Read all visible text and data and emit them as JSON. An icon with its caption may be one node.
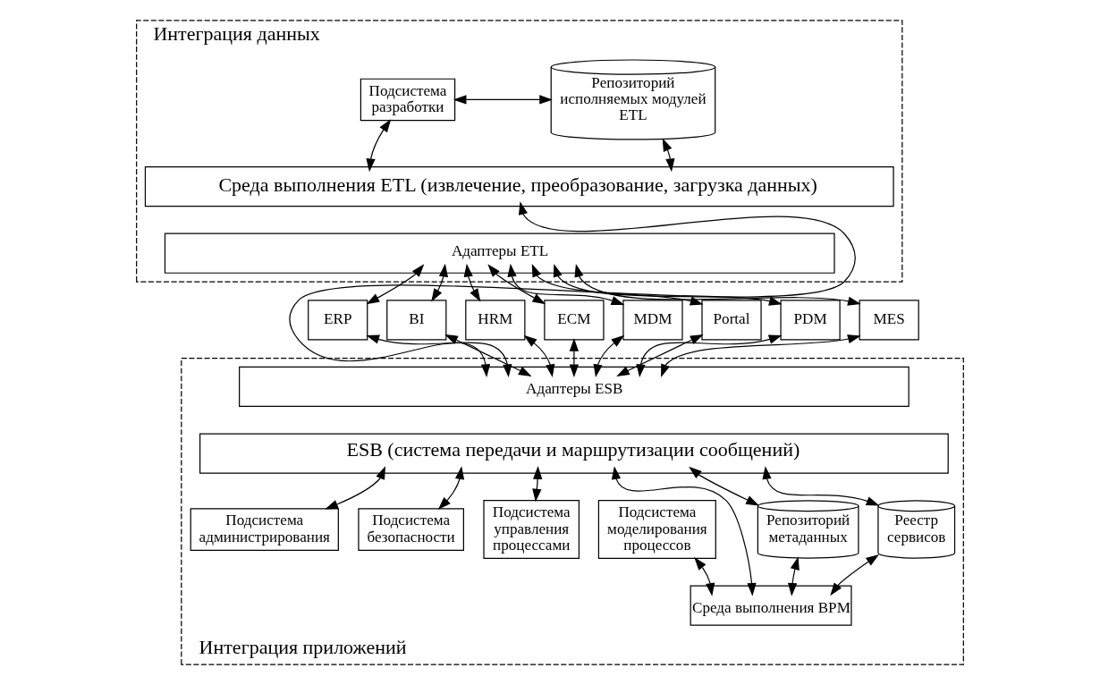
{
  "diagram": {
    "nodes": [
      {
        "text": [
          "Интеграция данных"
        ]
      },
      {
        "text": [
          "Подсистема разработки"
        ],
        "in": 0
      },
      {
        "text": [
          "Репозиторий исполняемых модулей ETL"
        ],
        "in": 0
      },
      {
        "text": [
          "Среда выполнения ETL (извлечение, преобразование, загрузка данных)"
        ],
        "in": 0
      },
      {
        "text": [
          "Адаптеры ETL"
        ],
        "in": 0
      },
      {
        "text": [
          "ERP"
        ]
      },
      {
        "text": [
          "BI"
        ]
      },
      {
        "text": [
          "HRM"
        ]
      },
      {
        "text": [
          "ECM"
        ]
      },
      {
        "text": [
          "MDM"
        ]
      },
      {
        "text": [
          "Portal"
        ]
      },
      {
        "text": [
          "PDM"
        ]
      },
      {
        "text": [
          "MES"
        ]
      },
      {
        "text": [
          "Интеграция приложений"
        ]
      },
      {
        "text": [
          "Адаптеры ESB"
        ],
        "in": 13
      },
      {
        "text": [
          "ESB (система передачи и маршрутизации сообщений)"
        ],
        "in": 13
      },
      {
        "text": [
          "Подсистема администрирования"
        ],
        "in": 13
      },
      {
        "text": [
          "Подсистема безопасности"
        ],
        "in": 13
      },
      {
        "text": [
          "Подсистема управления процессами"
        ],
        "in": 13
      },
      {
        "text": [
          "Подсистема моделирования процессов"
        ],
        "in": 13
      },
      {
        "text": [
          "Репозиторий метаданных"
        ],
        "in": 13
      },
      {
        "text": [
          "Реестр сервисов"
        ],
        "in": 13
      },
      {
        "text": [
          "Среда выполнения BPM"
        ],
        "in": 13
      }
    ],
    "edges": [
      {
        "from": 1,
        "to": 2,
        "arrow": "both"
      },
      {
        "from": 1,
        "to": 3,
        "arrow": "both"
      },
      {
        "from": 2,
        "to": 3,
        "arrow": "both"
      },
      {
        "from": 3,
        "to": 14,
        "arrow": "both"
      },
      {
        "from": 4,
        "to": 5,
        "arrow": "both"
      },
      {
        "from": 4,
        "to": 6,
        "arrow": "both"
      },
      {
        "from": 4,
        "to": 7,
        "arrow": "both"
      },
      {
        "from": 4,
        "to": 8,
        "arrow": "both"
      },
      {
        "from": 4,
        "to": 9,
        "arrow": "both"
      },
      {
        "from": 4,
        "to": 10,
        "arrow": "both"
      },
      {
        "from": 4,
        "to": 11,
        "arrow": "both"
      },
      {
        "from": 4,
        "to": 12,
        "arrow": "both"
      },
      {
        "from": 5,
        "to": 14,
        "arrow": "both"
      },
      {
        "from": 6,
        "to": 14,
        "arrow": "both"
      },
      {
        "from": 7,
        "to": 14,
        "arrow": "both"
      },
      {
        "from": 8,
        "to": 14,
        "arrow": "both"
      },
      {
        "from": 9,
        "to": 14,
        "arrow": "both"
      },
      {
        "from": 10,
        "to": 14,
        "arrow": "both"
      },
      {
        "from": 11,
        "to": 14,
        "arrow": "both"
      },
      {
        "from": 12,
        "to": 14,
        "arrow": "both"
      },
      {
        "from": 15,
        "to": 16,
        "arrow": "both"
      },
      {
        "from": 15,
        "to": 17,
        "arrow": "both"
      },
      {
        "from": 15,
        "to": 18,
        "arrow": "both"
      },
      {
        "from": 15,
        "to": 22,
        "arrow": "both"
      },
      {
        "from": 15,
        "to": 20,
        "arrow": "both"
      },
      {
        "from": 15,
        "to": 21,
        "arrow": "both"
      },
      {
        "from": 19,
        "to": 22,
        "arrow": "both"
      },
      {
        "from": 20,
        "to": 22,
        "arrow": "both"
      },
      {
        "from": 21,
        "to": 22,
        "arrow": "both"
      }
    ]
  }
}
